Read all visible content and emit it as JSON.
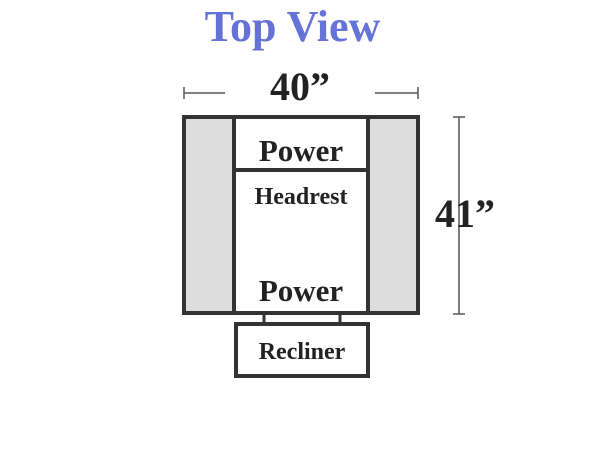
{
  "title": "Top View",
  "dimensions": {
    "width_label": "40”",
    "height_label": "41”"
  },
  "parts": {
    "power_top": "Power",
    "headrest": "Headrest",
    "power_bottom": "Power",
    "recliner": "Recliner"
  },
  "colors": {
    "title": "#6673d6",
    "outline": "#333333",
    "armrest_fill": "#dcdcdc",
    "text": "#222222",
    "dimension_line": "#555555"
  }
}
